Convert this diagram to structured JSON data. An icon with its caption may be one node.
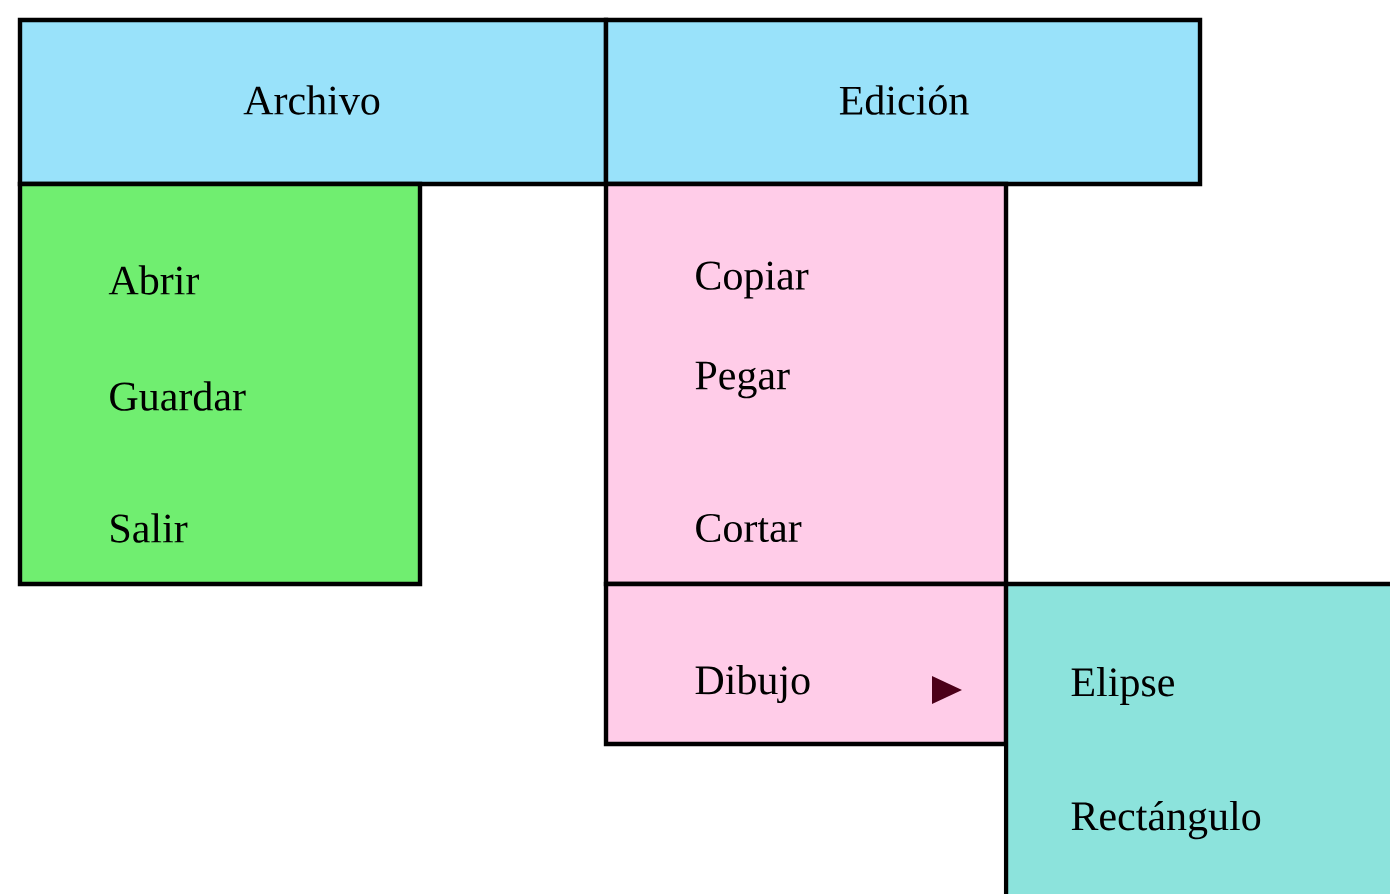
{
  "diagram": {
    "nodes": [
      {
        "text": [
          "Archivo"
        ]
      },
      {
        "text": [
          "Edición"
        ]
      },
      {
        "text": [
          "Abrir",
          "Guardar",
          "Salir"
        ]
      },
      {
        "text": [
          "Copiar",
          "Pegar",
          "Cortar"
        ]
      },
      {
        "text": [
          "Dibujo"
        ]
      },
      {
        "text": [
          "Elipse",
          "Rectángulo"
        ]
      }
    ]
  }
}
